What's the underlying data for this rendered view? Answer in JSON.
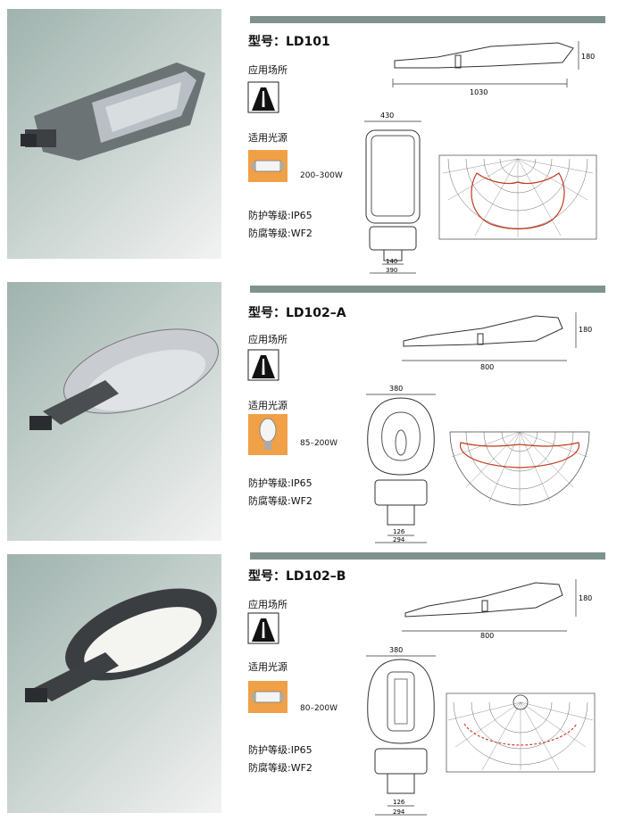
{
  "products": [
    {
      "model_label": "型号：",
      "model": "LD101",
      "application_label": "应用场所",
      "light_source_label": "适用光源",
      "wattage": "200–300W",
      "protection": "防护等级:IP65",
      "corrosion": "防腐等级:WF2",
      "dims": {
        "length": "1030",
        "height": "180",
        "width_top": "430",
        "bracket_inner": "140",
        "bracket_outer": "390"
      },
      "source_type": "tube"
    },
    {
      "model_label": "型号：",
      "model": "LD102–A",
      "application_label": "应用场所",
      "light_source_label": "适用光源",
      "wattage": "85–200W",
      "protection": "防护等级:IP65",
      "corrosion": "防腐等级:WF2",
      "dims": {
        "length": "800",
        "height": "180",
        "width_top": "380",
        "bracket_inner": "126",
        "bracket_outer": "294"
      },
      "source_type": "bulb"
    },
    {
      "model_label": "型号：",
      "model": "LD102–B",
      "application_label": "应用场所",
      "light_source_label": "适用光源",
      "wattage": "80–200W",
      "protection": "防护等级:IP65",
      "corrosion": "防腐等级:WF2",
      "dims": {
        "length": "800",
        "height": "180",
        "width_top": "380",
        "bracket_inner": "126",
        "bracket_outer": "294"
      },
      "source_type": "tube"
    }
  ],
  "colors": {
    "bar": "#7f928e",
    "source_bg": "#f0a046",
    "curve": "#c0391b"
  }
}
